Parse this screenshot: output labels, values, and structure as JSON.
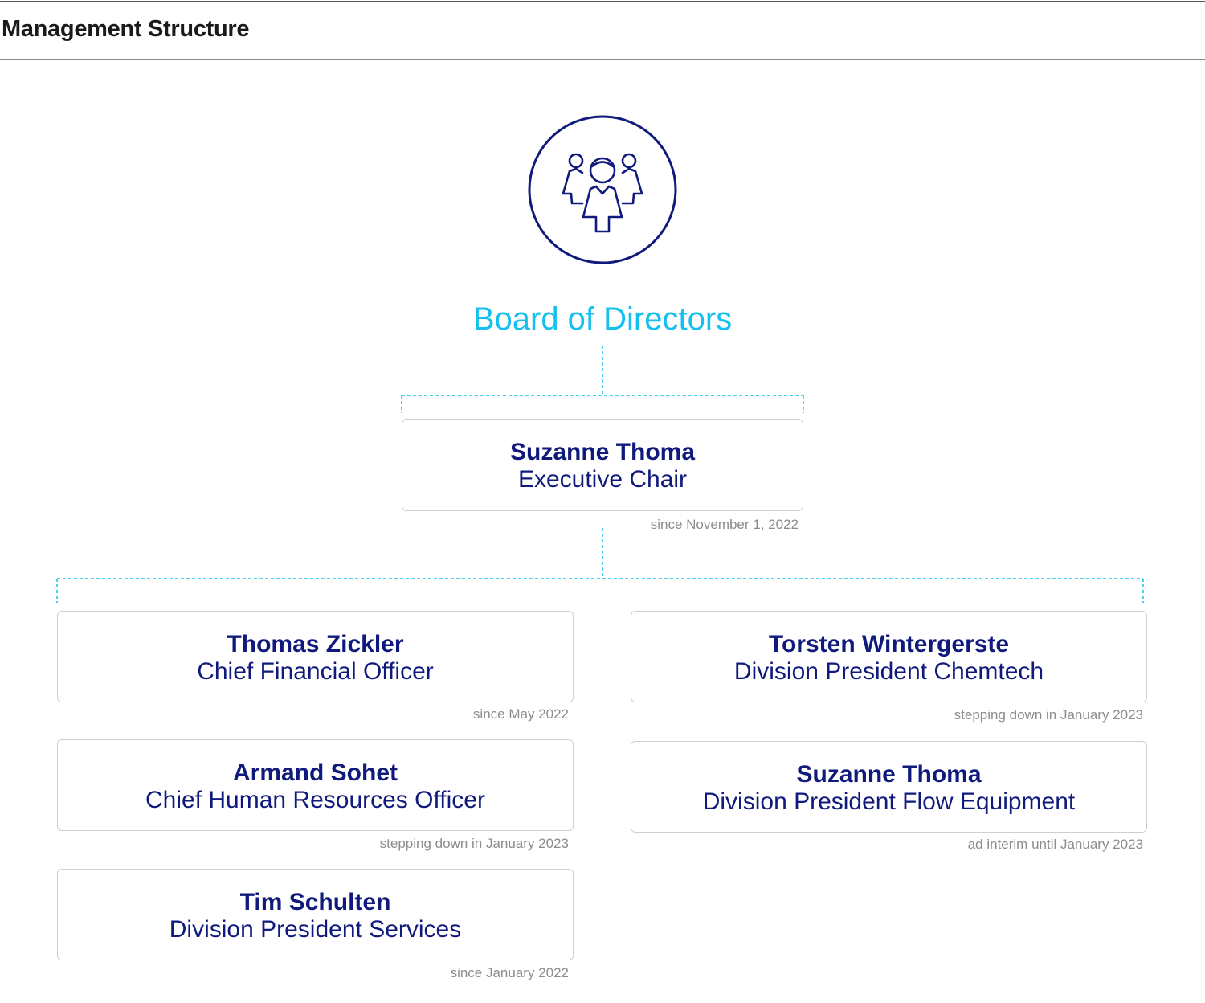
{
  "header": {
    "title": "Management Structure"
  },
  "board": {
    "title": "Board of Directors",
    "icon": "board-group-icon"
  },
  "executive": {
    "name": "Suzanne Thoma",
    "role": "Executive Chair",
    "note": "since November 1, 2022"
  },
  "members": [
    {
      "name": "Thomas Zickler",
      "role": "Chief Financial Officer",
      "note": "since May 2022"
    },
    {
      "name": "Torsten Wintergerste",
      "role": "Division President Chemtech",
      "note": "stepping down in January 2023"
    },
    {
      "name": "Armand Sohet",
      "role": "Chief Human Resources Officer",
      "note": "stepping down in January 2023"
    },
    {
      "name": "Suzanne Thoma",
      "role": "Division President Flow Equipment",
      "note": "ad interim until January 2023"
    },
    {
      "name": "Tim Schulten",
      "role": "Division President Services",
      "note": "since January 2022"
    }
  ],
  "colors": {
    "accent": "#14c0ee",
    "navy": "#0f1a7c",
    "note": "#8c8c8c",
    "border": "#cfcfcf"
  }
}
